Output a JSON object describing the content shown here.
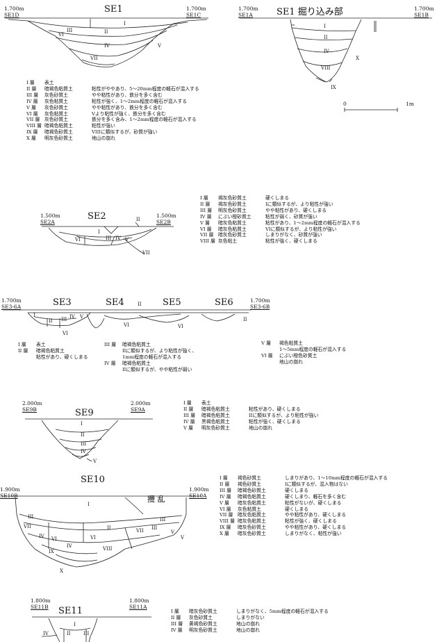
{
  "SE1": {
    "title": "SE1",
    "left_level": "1.700m",
    "left_point": "SE1D",
    "right_level": "1.700m",
    "right_point": "SE1C",
    "layer_marks": [
      "I",
      "II",
      "III",
      "IV",
      "V",
      "VI",
      "VII"
    ],
    "legend": [
      [
        "I 層",
        "表土",
        ""
      ],
      [
        "II 層",
        "暗褐色粘質土",
        "粘性がややあり、5～20mm程度の軽石が混入する"
      ],
      [
        "III 層",
        "灰色砂質土",
        "やや粘性があり、鉄分を多く含む"
      ],
      [
        "IV 層",
        "灰色粘質土",
        "粘性が強く、1～2mm程度の軽石が混入する"
      ],
      [
        "V 層",
        "灰色砂質土",
        "やや粘性があり、鉄分を多く含む"
      ],
      [
        "VI 層",
        "灰色粘質土",
        "Vより粘性が強く、鉄分を多く含む"
      ],
      [
        "VII 層",
        "灰色砂質土",
        "鉄分を多く含み、1～2mm程度の軽石が混入する"
      ],
      [
        "VIII 層",
        "暗褐色粘質土",
        "粘性が強い"
      ],
      [
        "IX 層",
        "暗褐色砂質土",
        "VIIIに類似するが、砂質が強い"
      ],
      [
        "X 層",
        "明灰色砂質土",
        "地山の崩れ"
      ]
    ]
  },
  "SE1A": {
    "title": "SE1 掘り込み部",
    "left_level": "1.700m",
    "left_point": "SE1A",
    "right_level": "1.700m",
    "right_point": "SE1B",
    "layer_marks": [
      "I",
      "II",
      "IV",
      "X",
      "VIII",
      "IX"
    ],
    "scale_start": "0",
    "scale_end": "1m"
  },
  "SE2": {
    "title": "SE2",
    "left_level": "1.500m",
    "left_point": "SE2A",
    "right_level": "1.500m",
    "right_point": "SE2B",
    "layer_marks": [
      "I",
      "II",
      "III",
      "IV",
      "V",
      "VI",
      "VII"
    ],
    "legend": [
      [
        "I 層",
        "褐灰色砂質土",
        "硬くしまる"
      ],
      [
        "II 層",
        "褐灰色砂質土",
        "Iに類似するが、より粘性が強い"
      ],
      [
        "III 層",
        "明灰色砂質土",
        "やや粘性があり、硬くしまる"
      ],
      [
        "IV 層",
        "にぶい橙砂質土",
        "粘性が弱く、砂質が強い"
      ],
      [
        "V 層",
        "暗灰色粘質土",
        "粘性があり、1～2mm程度の軽石が混入する"
      ],
      [
        "VI 層",
        "暗灰色粘質土",
        "VIに類似するが、より粘性が強い"
      ],
      [
        "VII 層",
        "暗灰色砂質土",
        "しまりがなく、砂質が強い"
      ],
      [
        "VIII 層",
        "灰色粘土",
        "粘性が強く、硬くしまる"
      ]
    ]
  },
  "SE3_6": {
    "titles": [
      "SE3",
      "SE4",
      "SE5",
      "SE6"
    ],
    "left_level": "1.700m",
    "left_point": "SE3-6A",
    "right_level": "1.700m",
    "right_point": "SE3-6B",
    "layer_marks": [
      "I",
      "II",
      "III",
      "IV",
      "V",
      "VI",
      "II",
      "VI",
      "VI",
      "II"
    ],
    "legend_a": [
      [
        "I 層",
        "表土",
        ""
      ],
      [
        "II 層",
        "暗褐色粘質土",
        ""
      ],
      [
        "",
        "粘性があり、硬くしまる",
        ""
      ]
    ],
    "legend_b": [
      [
        "III 層",
        "暗褐色粘質土"
      ],
      [
        "",
        "IIに類似するが、より粘性が強く、"
      ],
      [
        "",
        "1mm程度の軽石が混入する"
      ],
      [
        "IV 層",
        "暗褐色粘質土"
      ],
      [
        "",
        "IIに類似するが、やや粘性が弱い"
      ]
    ],
    "legend_c": [
      [
        "V 層",
        "褐色粘質土"
      ],
      [
        "",
        "1～5mm程度の軽石が混入する"
      ],
      [
        "VI 層",
        "にぶい橙色砂質土"
      ],
      [
        "",
        "地山の崩れ"
      ]
    ]
  },
  "SE9": {
    "title": "SE9",
    "left_level": "2.000m",
    "left_point": "SE9B",
    "right_level": "2.000m",
    "right_point": "SE9A",
    "layer_marks": [
      "I",
      "II",
      "III",
      "IV",
      "V"
    ],
    "legend": [
      [
        "I 層",
        "表土",
        ""
      ],
      [
        "II 層",
        "暗褐色粘質土",
        "粘性があり、硬くしまる"
      ],
      [
        "III 層",
        "暗褐色粘質土",
        "IIに類似するが、より粘性が強い"
      ],
      [
        "IV 層",
        "黒褐色粘質土",
        "粘性が強く、硬くしまる"
      ],
      [
        "V 層",
        "明灰色砂質土",
        "地山の崩れ"
      ]
    ]
  },
  "SE10": {
    "title": "SE10",
    "left_level": "1.900m",
    "left_point": "SE10B",
    "right_level": "1.900m",
    "right_point": "SE10A",
    "disturbance": "攪 乱",
    "layer_marks": [
      "I",
      "II",
      "III",
      "IV",
      "V",
      "VI",
      "VII",
      "VIII",
      "IX",
      "X",
      "III",
      "IV",
      "VI",
      "VII",
      "III",
      "V"
    ],
    "legend": [
      [
        "I 層",
        "褐色砂質土",
        "しまりがあり、1～10mm程度の軽石が混入する"
      ],
      [
        "II 層",
        "褐色砂質土",
        "Iに類似するが、混入物はない"
      ],
      [
        "III 層",
        "暗褐色砂質土",
        "硬くしまる"
      ],
      [
        "IV 層",
        "暗褐色粘質土",
        "硬くしまり、軽石を多く含む"
      ],
      [
        "V 層",
        "暗灰色粘質土",
        "粘性がないが、硬くしまる"
      ],
      [
        "VI 層",
        "灰色粘質土",
        "硬くしまる"
      ],
      [
        "VII 層",
        "暗灰色粘質土",
        "やや粘性があり、硬くしまる"
      ],
      [
        "VIII 層",
        "暗灰色粘質土",
        "粘性が強く、硬くしまる"
      ],
      [
        "IX 層",
        "暗灰色砂質土",
        "やや粘性があり、硬くしまる"
      ],
      [
        "X 層",
        "暗灰色砂質土",
        "しまりがなく、粘性が強い"
      ]
    ]
  },
  "SE11": {
    "title": "SE11",
    "left_level": "1.800m",
    "left_point": "SE11B",
    "right_level": "1.800m",
    "right_point": "SE11A",
    "layer_marks": [
      "I",
      "II",
      "III",
      "IV"
    ],
    "legend": [
      [
        "I 層",
        "暗灰色砂質土",
        "しまりがなく、5mm程度の軽石が混入する"
      ],
      [
        "II 層",
        "灰色砂質土",
        "しまりがない"
      ],
      [
        "III 層",
        "黄褐色砂質土",
        "地山の崩れ"
      ],
      [
        "IV 層",
        "明灰色砂質土",
        "地山の崩れ"
      ]
    ]
  }
}
